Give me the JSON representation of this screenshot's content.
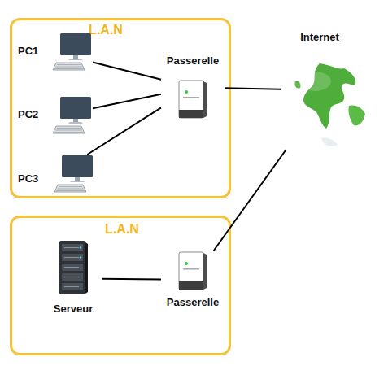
{
  "diagram": {
    "nodes": [
      {
        "text": [
          "L.A.N"
        ]
      },
      {
        "text": [
          "PC1"
        ],
        "in": 0
      },
      {
        "text": [
          "PC2"
        ],
        "in": 0
      },
      {
        "text": [
          "PC3"
        ],
        "in": 0
      },
      {
        "text": [
          "Passerelle"
        ],
        "in": 0
      },
      {
        "text": [
          "Internet"
        ]
      },
      {
        "text": [
          "L.A.N"
        ]
      },
      {
        "text": [
          "Serveur"
        ],
        "in": 6
      },
      {
        "text": [
          "Passerelle"
        ],
        "in": 6
      }
    ],
    "edges": [
      {
        "from": 1,
        "to": 4,
        "arrow": "none"
      },
      {
        "from": 2,
        "to": 4,
        "arrow": "none"
      },
      {
        "from": 3,
        "to": 4,
        "arrow": "none"
      },
      {
        "from": 4,
        "to": 5,
        "arrow": "none"
      },
      {
        "from": 7,
        "to": 8,
        "arrow": "none"
      },
      {
        "from": 8,
        "to": 5,
        "arrow": "none"
      }
    ]
  }
}
